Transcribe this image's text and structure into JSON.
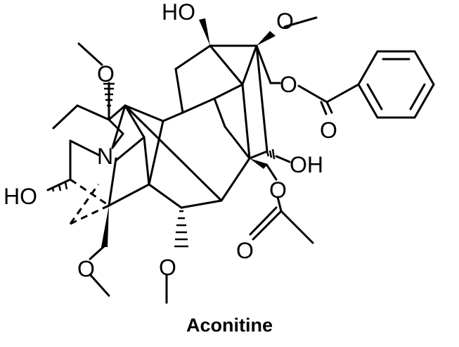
{
  "caption": "Aconitine",
  "atoms": {
    "oh_top": "HO",
    "o_top_methoxy": "O",
    "o_left_methoxy": "O",
    "o_ester": "O",
    "o_carbonyl_benzoyl": "O",
    "n_amine": "N",
    "oh_right": "OH",
    "o_acetate": "O",
    "o_carbonyl_acetyl": "O",
    "oh_left": "HO",
    "o_bottom_methoxy": "O",
    "o_lower_methoxy": "O"
  },
  "colors": {
    "ink": "#000000",
    "background": "#ffffff"
  }
}
